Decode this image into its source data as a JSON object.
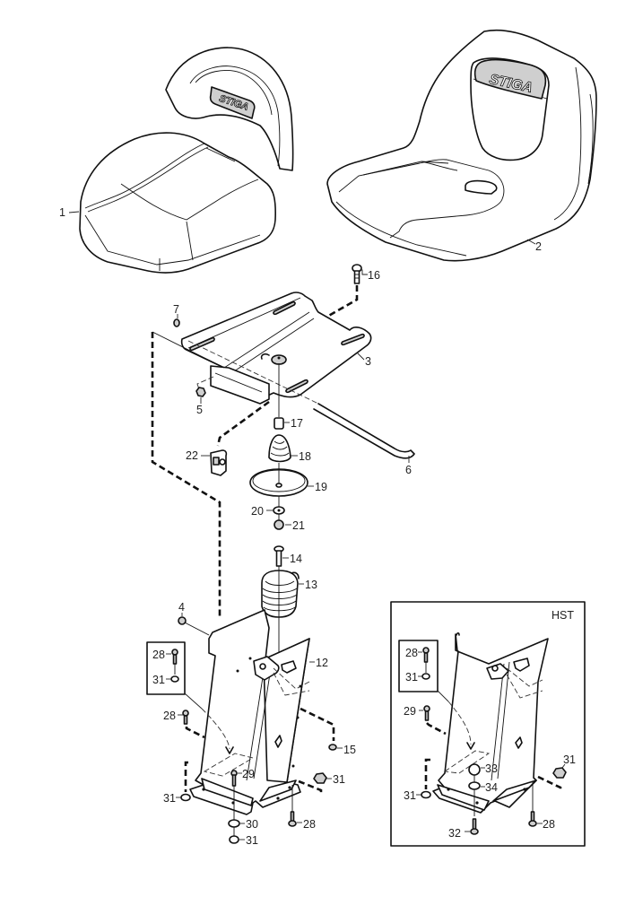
{
  "diagram": {
    "title": "Seat assembly exploded parts diagram",
    "brand_logo": "STIGA",
    "inset_label": "HST",
    "callouts": {
      "c1": "1",
      "c2": "2",
      "c3": "3",
      "c4": "4",
      "c5": "5",
      "c6": "6",
      "c7": "7",
      "c12": "12",
      "c13": "13",
      "c14": "14",
      "c15": "15",
      "c16": "16",
      "c17": "17",
      "c18": "18",
      "c19": "19",
      "c20": "20",
      "c21": "21",
      "c22": "22",
      "c28a": "28",
      "c31a": "31",
      "c28b": "28",
      "c29a": "29",
      "c31b": "31",
      "c31c": "31",
      "c30": "30",
      "c31d": "31",
      "c28c": "28",
      "h28a": "28",
      "h31a": "31",
      "h29": "29",
      "h31b": "31",
      "h31c": "31",
      "h33": "33",
      "h34": "34",
      "h32": "32",
      "h28b": "28"
    }
  }
}
